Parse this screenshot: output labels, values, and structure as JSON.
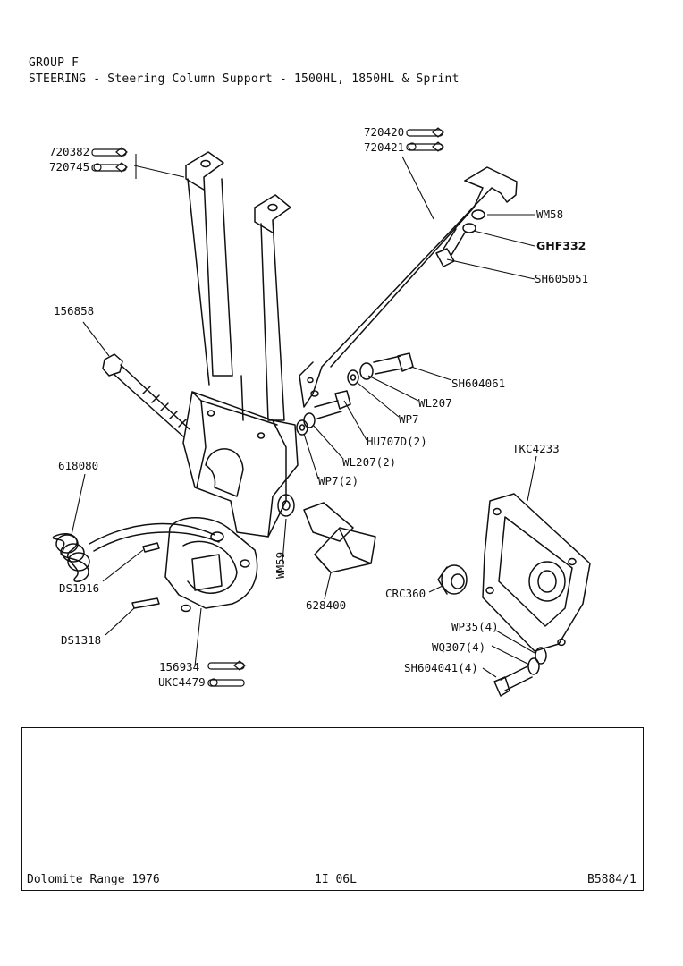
{
  "header": {
    "group": "GROUP F",
    "title": "STEERING - Steering Column Support - 1500HL, 1850HL & Sprint"
  },
  "parts": {
    "p720382": "720382",
    "p720745": "720745",
    "p720420": "720420",
    "p720421": "720421",
    "pWM58": "WM58",
    "pGHF332": "GHF332",
    "pSH605051": "SH605051",
    "p156858": "156858",
    "pSH604061": "SH604061",
    "pWL207": "WL207",
    "pWP7": "WP7",
    "pHU707D": "HU707D(2)",
    "pWL207x2": "WL207(2)",
    "pWP7x2": "WP7(2)",
    "pTKC4233": "TKC4233",
    "p618080": "618080",
    "pDS1916": "DS1916",
    "pWM59": "WM59",
    "p628400": "628400",
    "pCRC360": "CRC360",
    "pDS1318": "DS1318",
    "pWP35": "WP35(4)",
    "pWQ307": "WQ307(4)",
    "pSH604041": "SH604041(4)",
    "p156934": "156934",
    "pUKC4479": "UKC4479"
  },
  "footer": {
    "range": "Dolomite Range 1976",
    "page": "1I 06L",
    "ref": "B5884/1"
  }
}
